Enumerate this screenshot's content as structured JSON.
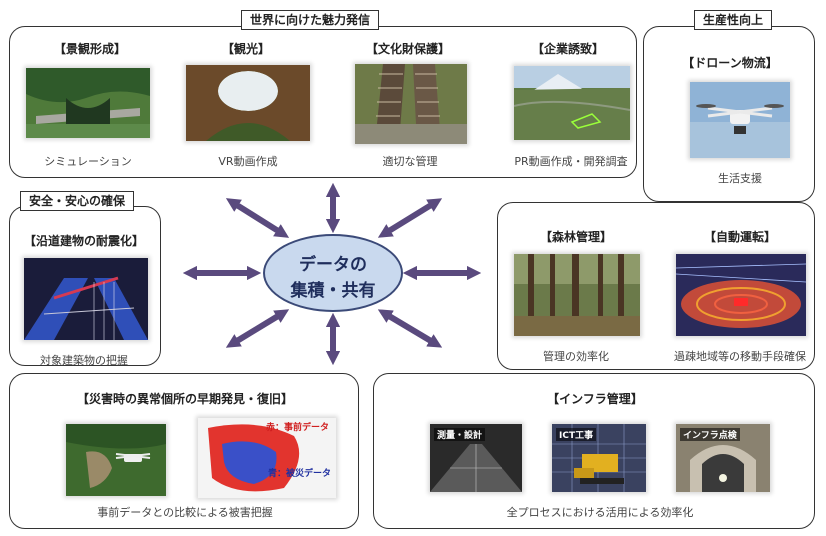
{
  "panels": {
    "global": {
      "title": "世界に向けた魅力発信",
      "items": [
        {
          "title": "【景観形成】",
          "caption": "シミュレーション"
        },
        {
          "title": "【観光】",
          "caption": "VR動画作成"
        },
        {
          "title": "【文化財保護】",
          "caption": "適切な管理"
        },
        {
          "title": "【企業誘致】",
          "caption": "PR動画作成・開発調査"
        }
      ]
    },
    "productivity": {
      "title": "生産性向上",
      "drone": {
        "title": "【ドローン物流】",
        "caption": "生活支援"
      }
    },
    "safety": {
      "title": "安全・安心の確保",
      "seismic": {
        "title": "【沿道建物の耐震化】",
        "caption": "対象建築物の把握"
      }
    },
    "disaster": {
      "title": "【災害時の異常個所の早期発見・復旧】",
      "caption": "事前データとの比較による被害把握",
      "label_red": "赤：事前データ",
      "label_blue": "青：被災データ"
    },
    "forest_auto": {
      "forest": {
        "title": "【森林管理】",
        "caption": "管理の効率化"
      },
      "auto": {
        "title": "【自動運転】",
        "caption": "過疎地域等の移動手段確保"
      }
    },
    "infra": {
      "title": "【インフラ管理】",
      "caption": "全プロセスにおける活用による効率化",
      "labels": [
        "測量・設計",
        "ICT工事",
        "インフラ点検"
      ]
    }
  },
  "center": {
    "line1": "データの",
    "line2": "集積・共有"
  },
  "colors": {
    "arrow": "#5a4a7e",
    "center_fill": "#c9d9ee",
    "center_border": "#3b4a78"
  }
}
